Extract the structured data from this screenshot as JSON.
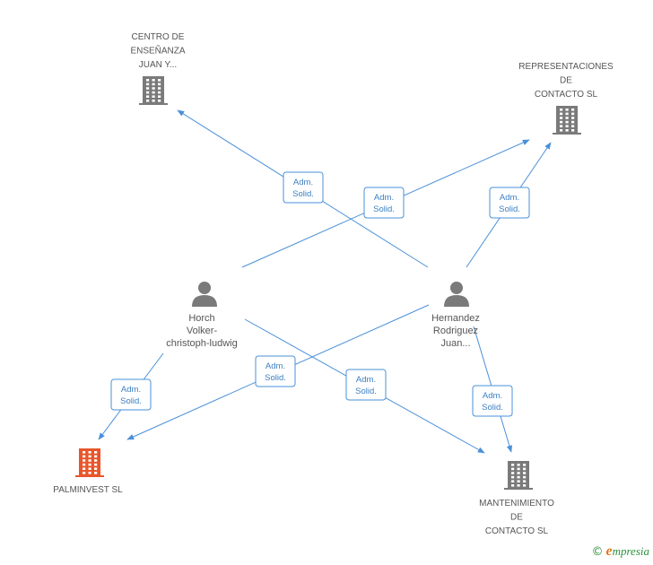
{
  "colors": {
    "edge": "#4a90d9",
    "company": "#7a7a7a",
    "company_highlight": "#e8562a",
    "person": "#7a7a7a",
    "label": "#555555"
  },
  "nodes": [
    {
      "id": "centro",
      "kind": "company",
      "icon": "building-icon",
      "lines": [
        "CENTRO DE",
        "ENSEÑANZA",
        "JUAN Y..."
      ]
    },
    {
      "id": "representaciones",
      "kind": "company",
      "icon": "building-icon",
      "lines": [
        "REPRESENTACIONES",
        "DE",
        "CONTACTO SL"
      ]
    },
    {
      "id": "horch",
      "kind": "person",
      "icon": "person-icon",
      "lines": [
        "Horch",
        "Volker-",
        "christoph-ludwig"
      ]
    },
    {
      "id": "hernandez",
      "kind": "person",
      "icon": "person-icon",
      "lines": [
        "Hernandez",
        "Rodriguez",
        "Juan..."
      ]
    },
    {
      "id": "palminvest",
      "kind": "company",
      "icon": "building-icon",
      "highlight": true,
      "lines": [
        "PALMINVEST SL"
      ]
    },
    {
      "id": "mantenimiento",
      "kind": "company",
      "icon": "building-icon",
      "lines": [
        "MANTENIMIENTO",
        "DE",
        "CONTACTO SL"
      ]
    }
  ],
  "edges": [
    {
      "from": "hernandez",
      "to": "centro",
      "label": [
        "Adm.",
        "Solid."
      ]
    },
    {
      "from": "horch",
      "to": "representaciones",
      "label": [
        "Adm.",
        "Solid."
      ]
    },
    {
      "from": "hernandez",
      "to": "representaciones",
      "label": [
        "Adm.",
        "Solid."
      ]
    },
    {
      "from": "horch",
      "to": "palminvest",
      "label": [
        "Adm.",
        "Solid."
      ]
    },
    {
      "from": "hernandez",
      "to": "palminvest",
      "label": [
        "Adm.",
        "Solid."
      ]
    },
    {
      "from": "horch",
      "to": "mantenimiento",
      "label": [
        "Adm.",
        "Solid."
      ]
    },
    {
      "from": "hernandez",
      "to": "mantenimiento",
      "label": [
        "Adm.",
        "Solid."
      ]
    }
  ],
  "brand": {
    "copyright": "©",
    "first_letter": "e",
    "rest": "mpresia"
  }
}
